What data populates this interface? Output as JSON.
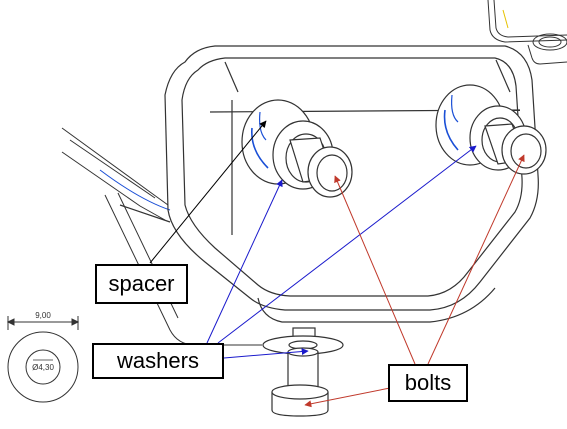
{
  "labels": {
    "spacer": "spacer",
    "washers": "washers",
    "bolts": "bolts"
  },
  "dimensions": {
    "outer_diameter": "9,00",
    "inner_diameter": "Ø4,30"
  },
  "colors": {
    "outline": "#333333",
    "spacer_arrow": "#000000",
    "washer_arrow": "#1a1acc",
    "bolt_arrow": "#c0392b",
    "accent_blue": "#1a4fd6"
  }
}
